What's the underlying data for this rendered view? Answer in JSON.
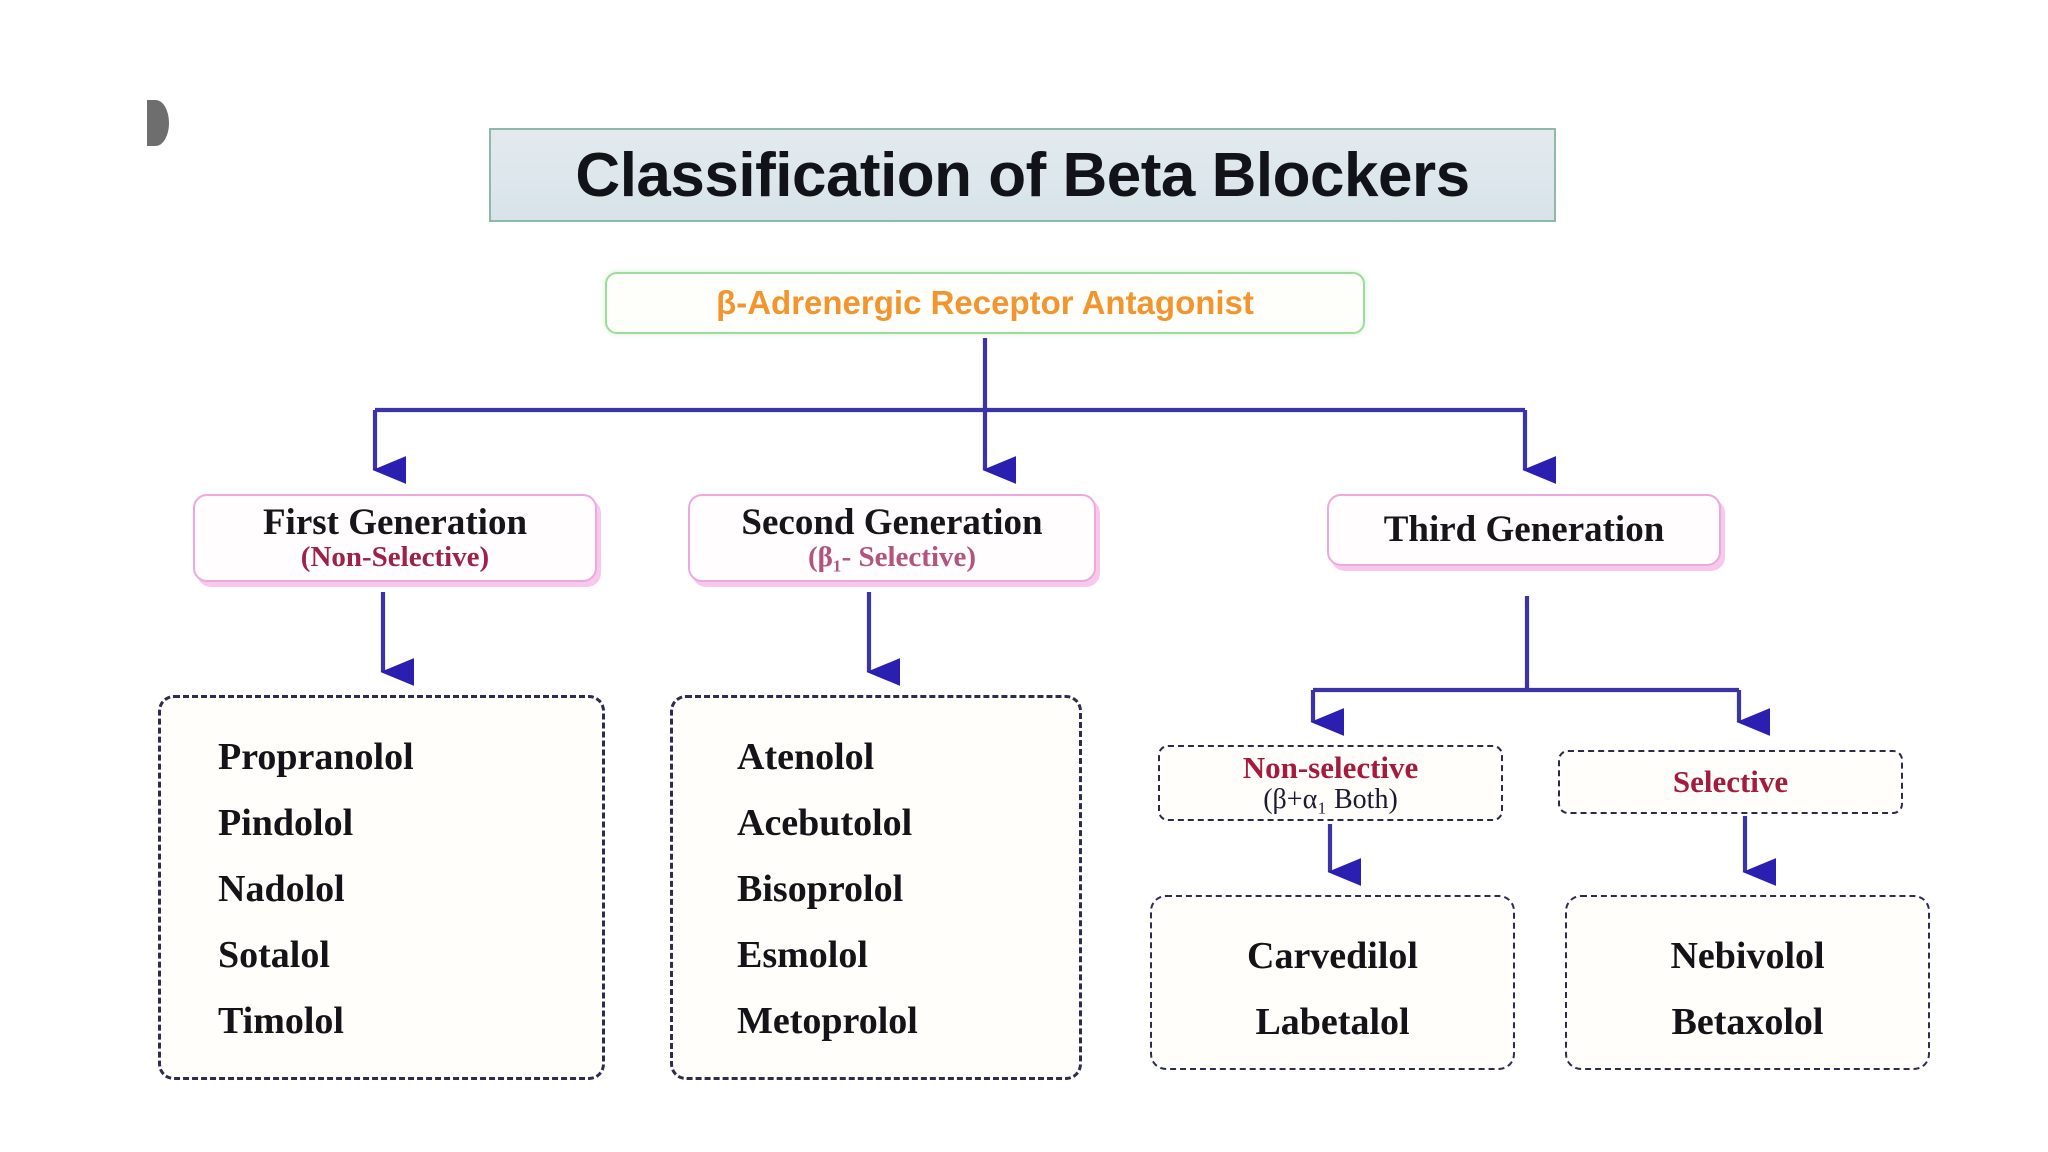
{
  "header": {
    "title": "Classification of Beta Blockers",
    "title_bg": "#dde7ec",
    "title_border": "#8fb8a9"
  },
  "root": {
    "label": "β-Adrenergic Receptor Antagonist",
    "text_color": "#f2952f",
    "border_color": "#9ddc9a"
  },
  "marker": {
    "name": "page-corner-marker"
  },
  "branches": [
    {
      "id": "first-generation",
      "title": "First Generation",
      "subtitle": "(Non-Selective)",
      "subtitle_color": "#9c2247",
      "border_color": "#eda8dd",
      "drugs": [
        "Propranolol",
        "Pindolol",
        "Nadolol",
        "Sotalol",
        "Timolol"
      ]
    },
    {
      "id": "second-generation",
      "title": "Second Generation",
      "subtitle": "(β₁- Selective)",
      "subtitle_color": "#b1557f",
      "border_color": "#eda8dd",
      "drugs": [
        "Atenolol",
        "Acebutolol",
        "Bisoprolol",
        "Esmolol",
        "Metoprolol"
      ]
    },
    {
      "id": "third-generation",
      "title": "Third Generation",
      "subtitle": "",
      "subtitle_color": "#b1557f",
      "border_color": "#eda8dd",
      "subtypes": [
        {
          "id": "non-selective",
          "title": "Non-selective",
          "note": "(β+α₁ Both)",
          "title_color": "#a41b3c",
          "drugs": [
            "Carvedilol",
            "Labetalol"
          ]
        },
        {
          "id": "selective",
          "title": "Selective",
          "note": "",
          "title_color": "#a41b3c",
          "drugs": [
            "Nebivolol",
            "Betaxolol"
          ]
        }
      ]
    }
  ],
  "style": {
    "connector_color": "#3b33a8",
    "dashed_border_color": "#2c2c50",
    "drug_text_color": "#131318"
  }
}
